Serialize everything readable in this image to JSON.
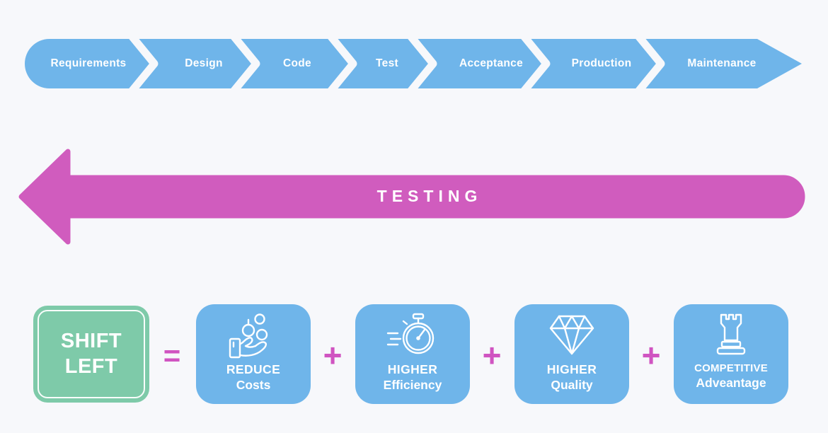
{
  "colors": {
    "blue": "#6fb5ea",
    "magenta": "#d05cbe",
    "green": "#7ecaa9",
    "background": "#f7f8fb",
    "text_on_fill": "#ffffff"
  },
  "pipeline": {
    "stages": [
      {
        "label": "Requirements"
      },
      {
        "label": "Design"
      },
      {
        "label": "Code"
      },
      {
        "label": "Test"
      },
      {
        "label": "Acceptance"
      },
      {
        "label": "Production"
      },
      {
        "label": "Maintenance"
      }
    ]
  },
  "testing_arrow": {
    "label": "TESTING",
    "direction": "left"
  },
  "equation": {
    "result": {
      "line1": "SHIFT",
      "line2": "LEFT"
    },
    "equals_symbol": "=",
    "plus_symbol": "+",
    "terms": [
      {
        "line1": "REDUCE",
        "line2": "Costs",
        "icon": "hand-coins-icon"
      },
      {
        "line1": "HIGHER",
        "line2": "Efficiency",
        "icon": "stopwatch-icon"
      },
      {
        "line1": "HIGHER",
        "line2": "Quality",
        "icon": "diamond-icon"
      },
      {
        "line1": "COMPETITIVE",
        "line2": "Adveantage",
        "icon": "chess-rook-icon"
      }
    ]
  }
}
